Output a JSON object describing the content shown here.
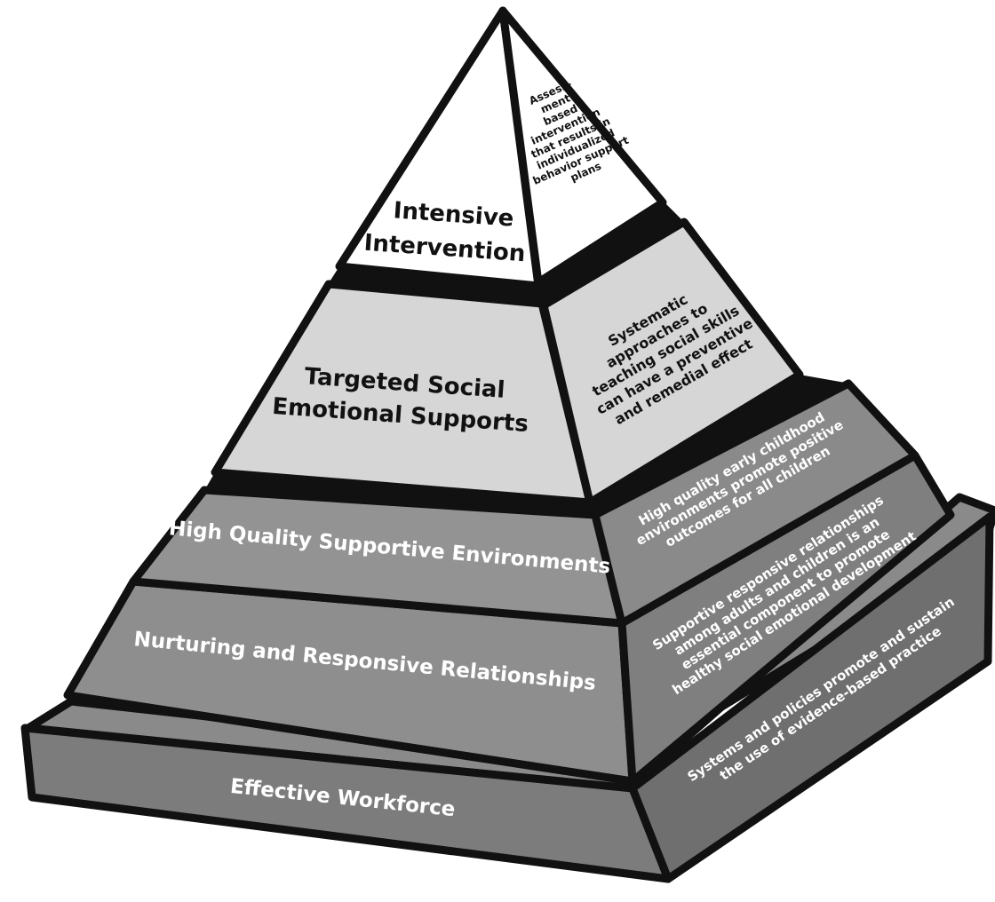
{
  "pyramid": {
    "tiers": [
      {
        "id": "intensive",
        "front_lines": [
          "Intensive",
          "Intervention"
        ],
        "side_lines": [
          "Assess-",
          "ment",
          "based",
          "intervention",
          "that results in",
          "individualized",
          "behavior support",
          "plans"
        ]
      },
      {
        "id": "targeted",
        "front_lines": [
          "Targeted Social",
          "Emotional Supports"
        ],
        "side_lines": [
          "Systematic",
          "approaches to",
          "teaching social skills",
          "can have a preventive",
          "and remedial effect"
        ]
      },
      {
        "id": "environments",
        "front_lines": [
          "High Quality Supportive Environments"
        ],
        "side_lines": [
          "High quality early childhood",
          "environments promote positive",
          "outcomes for all children"
        ]
      },
      {
        "id": "relationships",
        "front_lines": [
          "Nurturing and Responsive Relationships"
        ],
        "side_lines": [
          "Supportive responsive relationships",
          "among adults and children is an",
          "essential component to promote",
          "healthy social emotional development"
        ]
      }
    ],
    "base": {
      "front_lines": [
        "Effective Workforce"
      ],
      "side_lines": [
        "Systems and policies promote and sustain",
        "the use of evidence-based practice"
      ]
    }
  },
  "colors": {
    "outline": "#111111",
    "white_tier": "#ffffff",
    "light_gray": "#d6d6d6",
    "mid_gray": "#9a9a9a",
    "dark_gray": "#7b7b7b",
    "base_top": "#888888"
  }
}
